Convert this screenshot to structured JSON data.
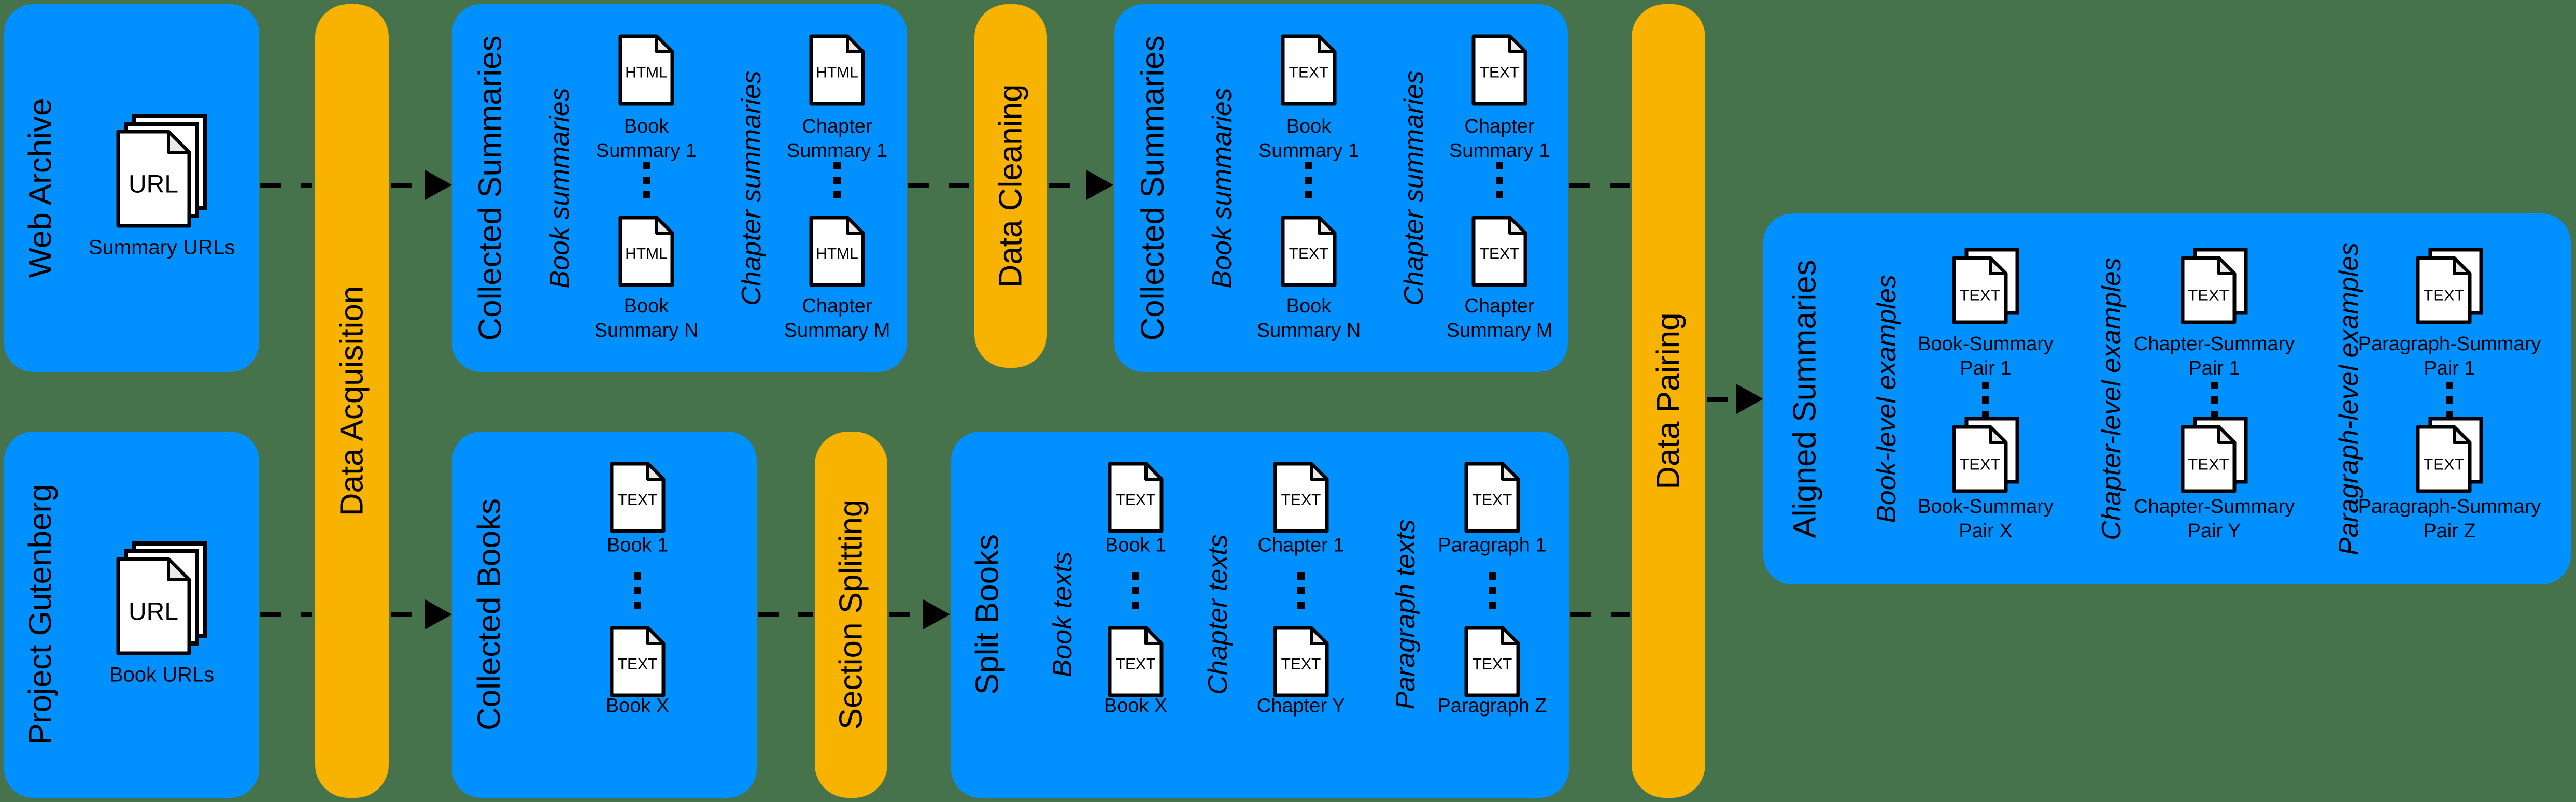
{
  "colors": {
    "background": "#47734C",
    "box_blue": "#0090FF",
    "bar_orange": "#F8B200",
    "doc_fill": "#FFFFFF",
    "doc_fold": "#E9E9E9",
    "text": "#000000"
  },
  "sources": {
    "web_archive": {
      "title": "Web Archive",
      "doc_text": "URL",
      "caption": "Summary URLs"
    },
    "project_gutenberg": {
      "title": "Project Gutenberg",
      "doc_text": "URL",
      "caption": "Book URLs"
    }
  },
  "stages": {
    "data_acquisition": "Data Acquisition",
    "data_cleaning": "Data Cleaning",
    "section_splitting": "Section Splitting",
    "data_pairing": "Data Pairing"
  },
  "collected_summaries_html": {
    "title": "Collected Summaries",
    "columns": [
      {
        "label": "Book summaries",
        "doc_text": "HTML",
        "items": [
          {
            "lines": [
              "Book",
              "Summary 1"
            ]
          },
          {
            "lines": [
              "Book",
              "Summary N"
            ]
          }
        ]
      },
      {
        "label": "Chapter summaries",
        "doc_text": "HTML",
        "items": [
          {
            "lines": [
              "Chapter",
              "Summary 1"
            ]
          },
          {
            "lines": [
              "Chapter",
              "Summary M"
            ]
          }
        ]
      }
    ]
  },
  "collected_summaries_text": {
    "title": "Collected Summaries",
    "columns": [
      {
        "label": "Book summaries",
        "doc_text": "TEXT",
        "items": [
          {
            "lines": [
              "Book",
              "Summary 1"
            ]
          },
          {
            "lines": [
              "Book",
              "Summary N"
            ]
          }
        ]
      },
      {
        "label": "Chapter summaries",
        "doc_text": "TEXT",
        "items": [
          {
            "lines": [
              "Chapter",
              "Summary 1"
            ]
          },
          {
            "lines": [
              "Chapter",
              "Summary M"
            ]
          }
        ]
      }
    ]
  },
  "collected_books": {
    "title": "Collected Books",
    "doc_text": "TEXT",
    "items": [
      {
        "lines": [
          "Book 1"
        ]
      },
      {
        "lines": [
          "Book X"
        ]
      }
    ]
  },
  "split_books": {
    "title": "Split Books",
    "columns": [
      {
        "label": "Book texts",
        "doc_text": "TEXT",
        "items": [
          {
            "lines": [
              "Book 1"
            ]
          },
          {
            "lines": [
              "Book X"
            ]
          }
        ]
      },
      {
        "label": "Chapter texts",
        "doc_text": "TEXT",
        "items": [
          {
            "lines": [
              "Chapter 1"
            ]
          },
          {
            "lines": [
              "Chapter Y"
            ]
          }
        ]
      },
      {
        "label": "Paragraph texts",
        "doc_text": "TEXT",
        "items": [
          {
            "lines": [
              "Paragraph 1"
            ]
          },
          {
            "lines": [
              "Paragraph Z"
            ]
          }
        ]
      }
    ]
  },
  "aligned_summaries": {
    "title": "Aligned Summaries",
    "columns": [
      {
        "label": "Book-level examples",
        "doc_text": "TEXT",
        "items": [
          {
            "lines": [
              "Book-Summary",
              "Pair 1"
            ]
          },
          {
            "lines": [
              "Book-Summary",
              "Pair X"
            ]
          }
        ]
      },
      {
        "label": "Chapter-level examples",
        "doc_text": "TEXT",
        "items": [
          {
            "lines": [
              "Chapter-Summary",
              "Pair 1"
            ]
          },
          {
            "lines": [
              "Chapter-Summary",
              "Pair Y"
            ]
          }
        ]
      },
      {
        "label": "Paragraph-level examples",
        "doc_text": "TEXT",
        "items": [
          {
            "lines": [
              "Paragraph-Summary",
              "Pair 1"
            ]
          },
          {
            "lines": [
              "Paragraph-Summary",
              "Pair Z"
            ]
          }
        ]
      }
    ]
  }
}
